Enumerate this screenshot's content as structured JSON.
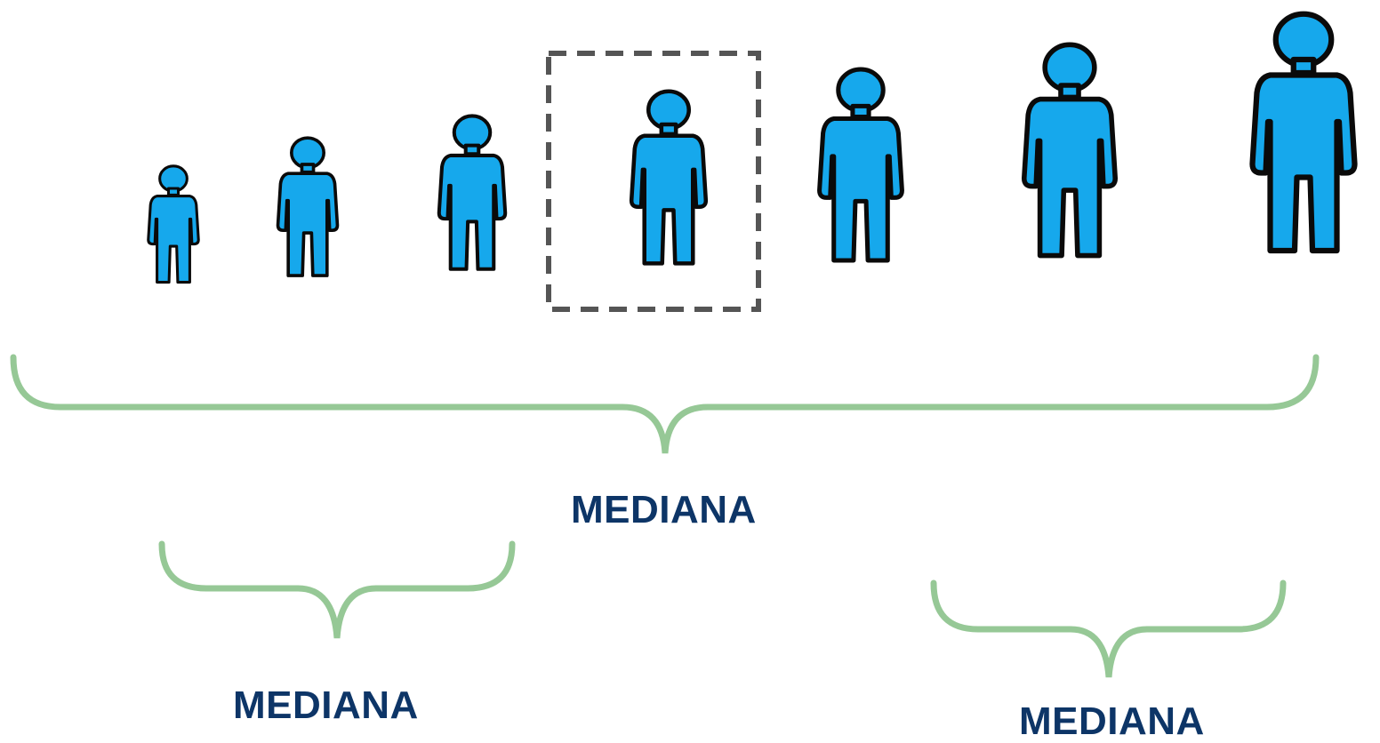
{
  "colors": {
    "figure_fill": "#16a8ec",
    "figure_outline": "#0a0a0a",
    "brace": "#96c896",
    "highlight_box": "#555555",
    "label_text": "#0d3567"
  },
  "figures": [
    {
      "name": "person-1-icon",
      "icon": "person-icon",
      "rank": 1
    },
    {
      "name": "person-2-icon",
      "icon": "person-icon",
      "rank": 2
    },
    {
      "name": "person-3-icon",
      "icon": "person-icon",
      "rank": 3
    },
    {
      "name": "person-4-icon",
      "icon": "person-icon",
      "rank": 4,
      "highlighted": true
    },
    {
      "name": "person-5-icon",
      "icon": "person-icon",
      "rank": 5
    },
    {
      "name": "person-6-icon",
      "icon": "person-icon",
      "rank": 6
    },
    {
      "name": "person-7-icon",
      "icon": "person-icon",
      "rank": 7
    }
  ],
  "labels": {
    "main": "MEDIANA",
    "lower": "MEDIANA",
    "upper": "MEDIANA"
  }
}
